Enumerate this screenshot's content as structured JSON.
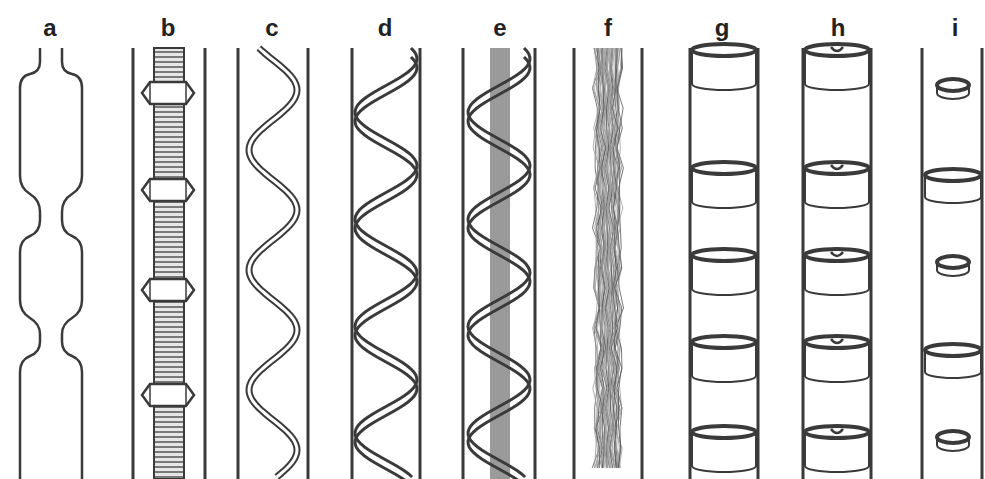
{
  "diagram": {
    "labels": [
      "a",
      "b",
      "c",
      "d",
      "e",
      "f",
      "g",
      "h",
      "i"
    ]
  }
}
